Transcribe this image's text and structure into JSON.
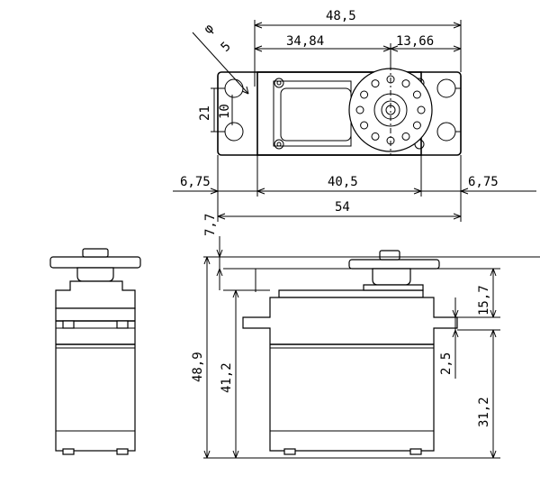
{
  "drawing": {
    "unit_note": "",
    "top_view": {
      "dims": {
        "overall_width": "48,5",
        "left_to_spline": "34,84",
        "spline_to_right": "13,66",
        "hole_diameter_symbol": "φ",
        "hole_diameter_value": "5",
        "hole_pitch_v": "21",
        "hole_spacing_v": "10",
        "left_tab": "6,75",
        "body_width": "40,5",
        "right_tab": "6,75",
        "total_width": "54"
      }
    },
    "front_view": {
      "dims": {
        "horn_height": "7,7",
        "overall_height": "48,9",
        "body_height": "41,2",
        "top_to_tab": "15,7",
        "tab_thickness": "2,5",
        "tab_to_bottom": "31,2"
      }
    }
  }
}
